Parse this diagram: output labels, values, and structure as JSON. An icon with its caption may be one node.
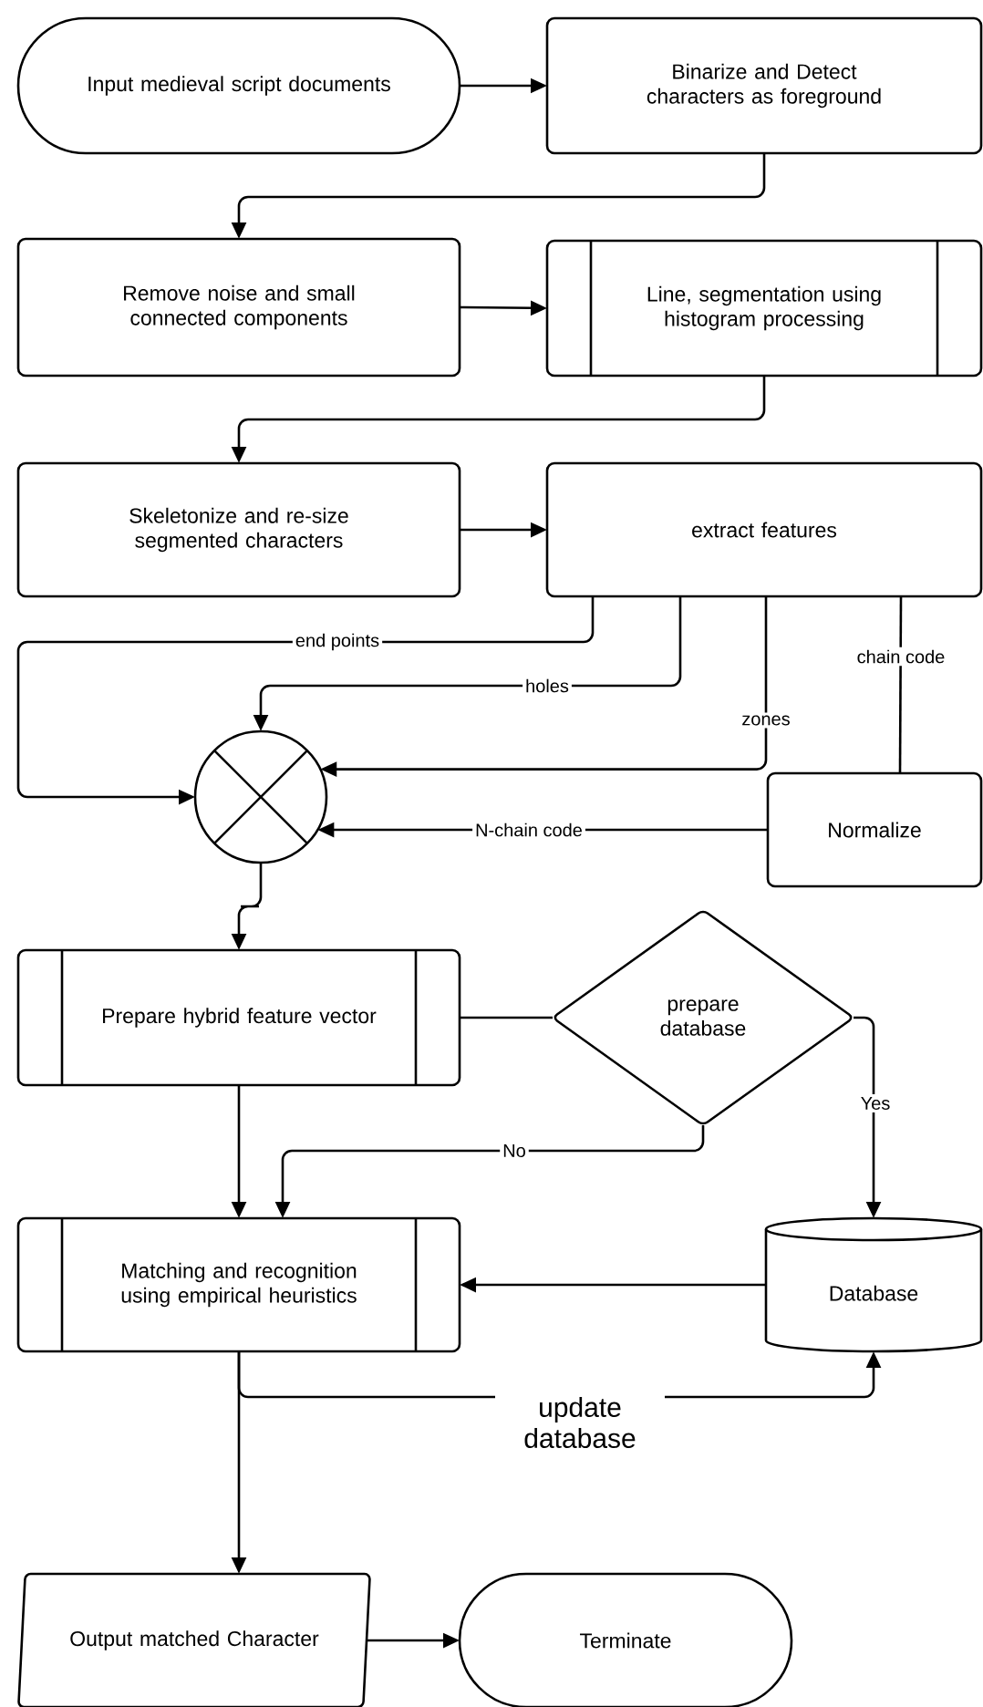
{
  "diagram": {
    "nodes": [
      {
        "text": [
          "Input medieval script documents"
        ]
      },
      {
        "text": [
          "Binarize and Detect characters as foreground"
        ]
      },
      {
        "text": [
          "Remove noise and small connected components"
        ]
      },
      {
        "text": [
          "Line, segmentation using histogram processing"
        ]
      },
      {
        "text": [
          "Skeletonize and re-size segmented characters"
        ]
      },
      {
        "text": [
          "extract features"
        ]
      },
      {
        "text": [],
        "shape": "circle"
      },
      {
        "text": [
          "Normalize"
        ]
      },
      {
        "text": [
          "Prepare hybrid feature vector"
        ]
      },
      {
        "text": [
          "prepare database"
        ]
      },
      {
        "text": [
          "Matching and recognition using empirical heuristics"
        ]
      },
      {
        "text": [
          "Database"
        ]
      },
      {
        "text": [
          "Output matched Character"
        ]
      },
      {
        "text": [
          "Terminate"
        ]
      }
    ],
    "edges": [
      {
        "from": 0,
        "to": 1,
        "arrow": "to"
      },
      {
        "from": 1,
        "to": 2,
        "arrow": "to"
      },
      {
        "from": 2,
        "to": 3,
        "arrow": "to"
      },
      {
        "from": 3,
        "to": 4,
        "arrow": "to"
      },
      {
        "from": 4,
        "to": 5,
        "arrow": "to"
      },
      {
        "from": 5,
        "to": 6,
        "arrow": "to",
        "label": "end points"
      },
      {
        "from": 5,
        "to": 6,
        "arrow": "to",
        "label": "holes"
      },
      {
        "from": 5,
        "to": 6,
        "arrow": "to",
        "label": "zones"
      },
      {
        "from": 5,
        "to": 7,
        "arrow": "none",
        "label": "chain code"
      },
      {
        "from": 7,
        "to": 6,
        "arrow": "to",
        "label": "N-chain code"
      },
      {
        "from": 6,
        "to": 8,
        "arrow": "to"
      },
      {
        "from": 8,
        "to": 9,
        "arrow": "none"
      },
      {
        "from": 9,
        "to": 10,
        "arrow": "to",
        "label": "No"
      },
      {
        "from": 9,
        "to": 11,
        "arrow": "to",
        "label": "Yes"
      },
      {
        "from": 8,
        "to": 10,
        "arrow": "to"
      },
      {
        "from": 11,
        "to": 10,
        "arrow": "to"
      },
      {
        "from": 10,
        "to": 11,
        "arrow": "to",
        "label": "update database"
      },
      {
        "from": 10,
        "to": 12,
        "arrow": "to"
      },
      {
        "from": 12,
        "to": 13,
        "arrow": "to"
      }
    ]
  }
}
